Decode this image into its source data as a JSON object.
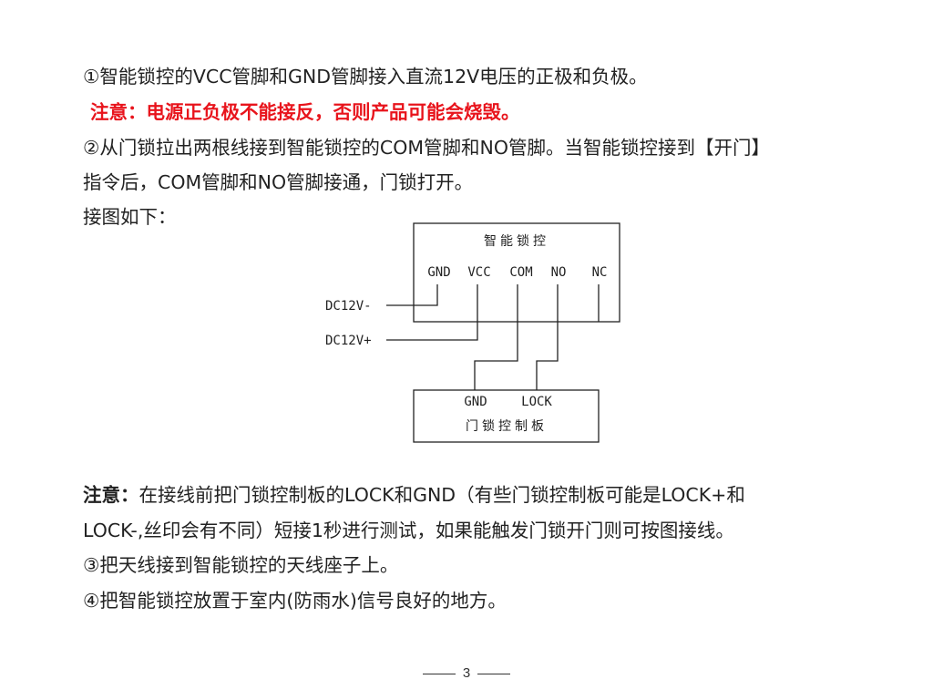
{
  "paragraphs": {
    "step1": "①智能锁控的VCC管脚和GND管脚接入直流12V电压的正极和负极。",
    "warn1_lead": "注意：",
    "warn1_body": "电源正负极不能接反，否则产品可能会烧毁。",
    "step2_line1": "②从门锁拉出两根线接到智能锁控的COM管脚和NO管脚。当智能锁控接到【开门】",
    "step2_line2": "指令后，COM管脚和NO管脚接通，门锁打开。",
    "diagram_intro": "接图如下：",
    "note2_lead": "注意：",
    "note2_body": "在接线前把门锁控制板的LOCK和GND（有些门锁控制板可能是LOCK+和",
    "note2_line2": "LOCK-,丝印会有不同）短接1秒进行测试，如果能触发门锁开门则可按图接线。",
    "step3": "③把天线接到智能锁控的天线座子上。",
    "step4": "④把智能锁控放置于室内(防雨水)信号良好的地方。"
  },
  "diagram": {
    "controller_title": "智能锁控",
    "controller_pins": [
      "GND",
      "VCC",
      "COM",
      "NO",
      "NC"
    ],
    "power_labels": [
      "DC12V-",
      "DC12V+"
    ],
    "board_pins": [
      "GND",
      "LOCK"
    ],
    "board_title": "门锁控制板"
  },
  "footer": {
    "page_number": "3"
  },
  "colors": {
    "warning": "#e8141c",
    "text": "#222222"
  }
}
